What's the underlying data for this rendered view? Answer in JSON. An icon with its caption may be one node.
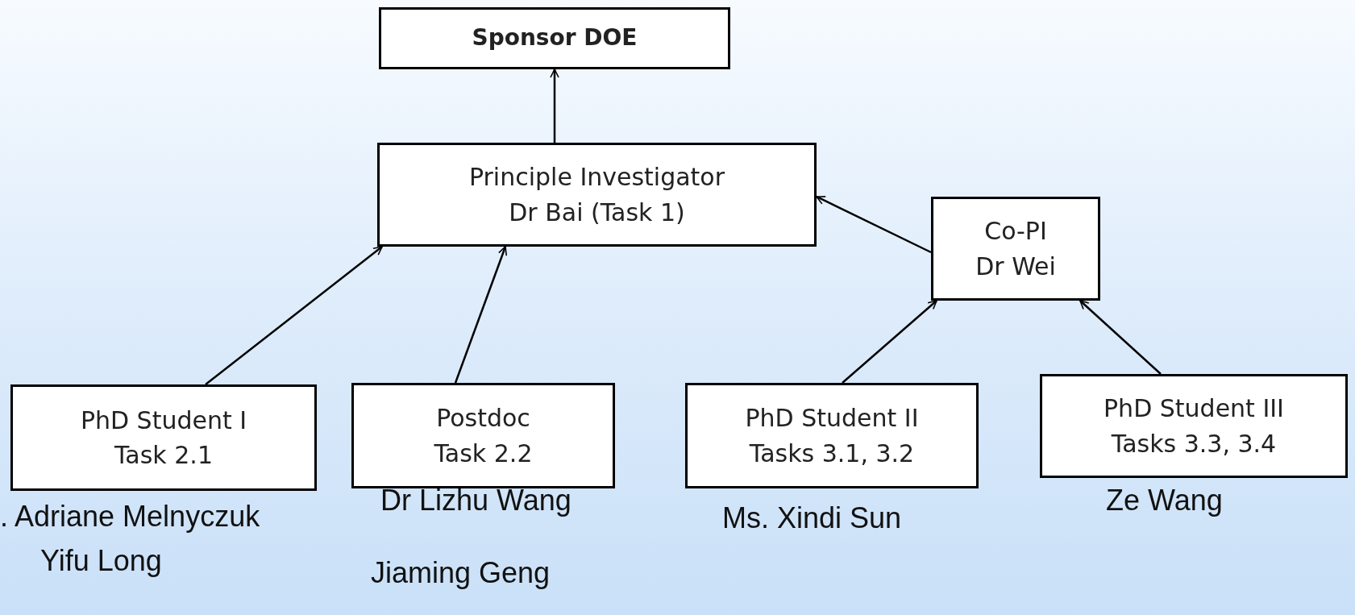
{
  "diagram": {
    "nodes": [
      {
        "text": [
          "Sponsor DOE"
        ]
      },
      {
        "text": [
          "Principle Investigator",
          "Dr Bai (Task 1)"
        ]
      },
      {
        "text": [
          "Co-PI",
          "Dr Wei"
        ]
      },
      {
        "text": [
          "PhD Student I",
          "Task 2.1"
        ],
        "beside": [
          ". Adriane Melnyczuk",
          "Yifu Long"
        ]
      },
      {
        "text": [
          "Postdoc",
          "Task 2.2"
        ],
        "beside": [
          "Dr Lizhu Wang",
          "Jiaming Geng"
        ]
      },
      {
        "text": [
          "PhD Student II",
          "Tasks 3.1, 3.2"
        ],
        "beside": [
          "Ms. Xindi Sun"
        ]
      },
      {
        "text": [
          "PhD Student III",
          "Tasks 3.3, 3.4"
        ],
        "beside": [
          "Ze Wang"
        ]
      }
    ],
    "edges": [
      {
        "from": 1,
        "to": 0,
        "arrow": "to"
      },
      {
        "from": 2,
        "to": 1,
        "arrow": "to"
      },
      {
        "from": 3,
        "to": 1,
        "arrow": "to"
      },
      {
        "from": 4,
        "to": 1,
        "arrow": "to"
      },
      {
        "from": 5,
        "to": 2,
        "arrow": "to"
      },
      {
        "from": 6,
        "to": 2,
        "arrow": "to"
      }
    ]
  }
}
